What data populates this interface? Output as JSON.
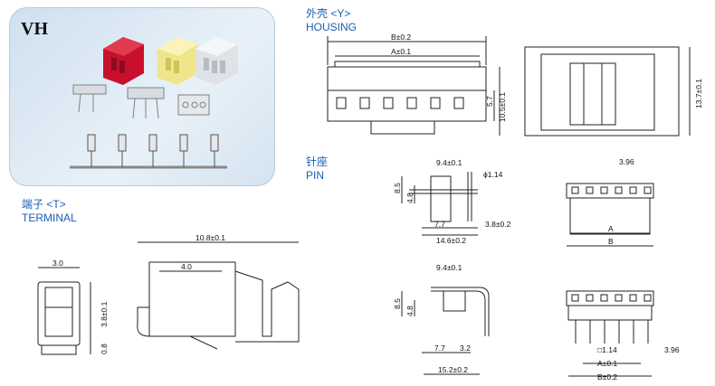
{
  "photo": {
    "title": "VH"
  },
  "sections": {
    "housing_cn": "外壳 <Y>",
    "housing_en": "HOUSING",
    "pin_cn": "针座",
    "pin_en": "PIN",
    "terminal_cn": "端子 <T>",
    "terminal_en": "TERMINAL"
  },
  "housing_dims": {
    "b": "B±0.2",
    "a": "A±0.1",
    "h1": "5.7",
    "h2": "10.5±0.1",
    "h3": "13.7±0.1"
  },
  "pin_top_dims": {
    "w1": "9.4±0.1",
    "dia": "ϕ1.14",
    "h1": "8.5",
    "h2": "4.8",
    "l1": "7.7",
    "l2": "3.8±0.2",
    "l3": "14.6±0.2",
    "pitch": "3.96",
    "a": "A",
    "b": "B"
  },
  "pin_bot_dims": {
    "w1": "9.4±0.1",
    "h1": "8.5",
    "h2": "4.8",
    "l1": "7.7",
    "l2": "3.2",
    "l3": "15.2±0.2",
    "sq": "□1.14",
    "pitch": "3.96",
    "a": "A±0.1",
    "b": "B±0.2"
  },
  "terminal_dims": {
    "w": "3.0",
    "h1": "3.8±0.1",
    "h2": "0.8",
    "len": "10.8±0.1",
    "w2": "4.0"
  }
}
